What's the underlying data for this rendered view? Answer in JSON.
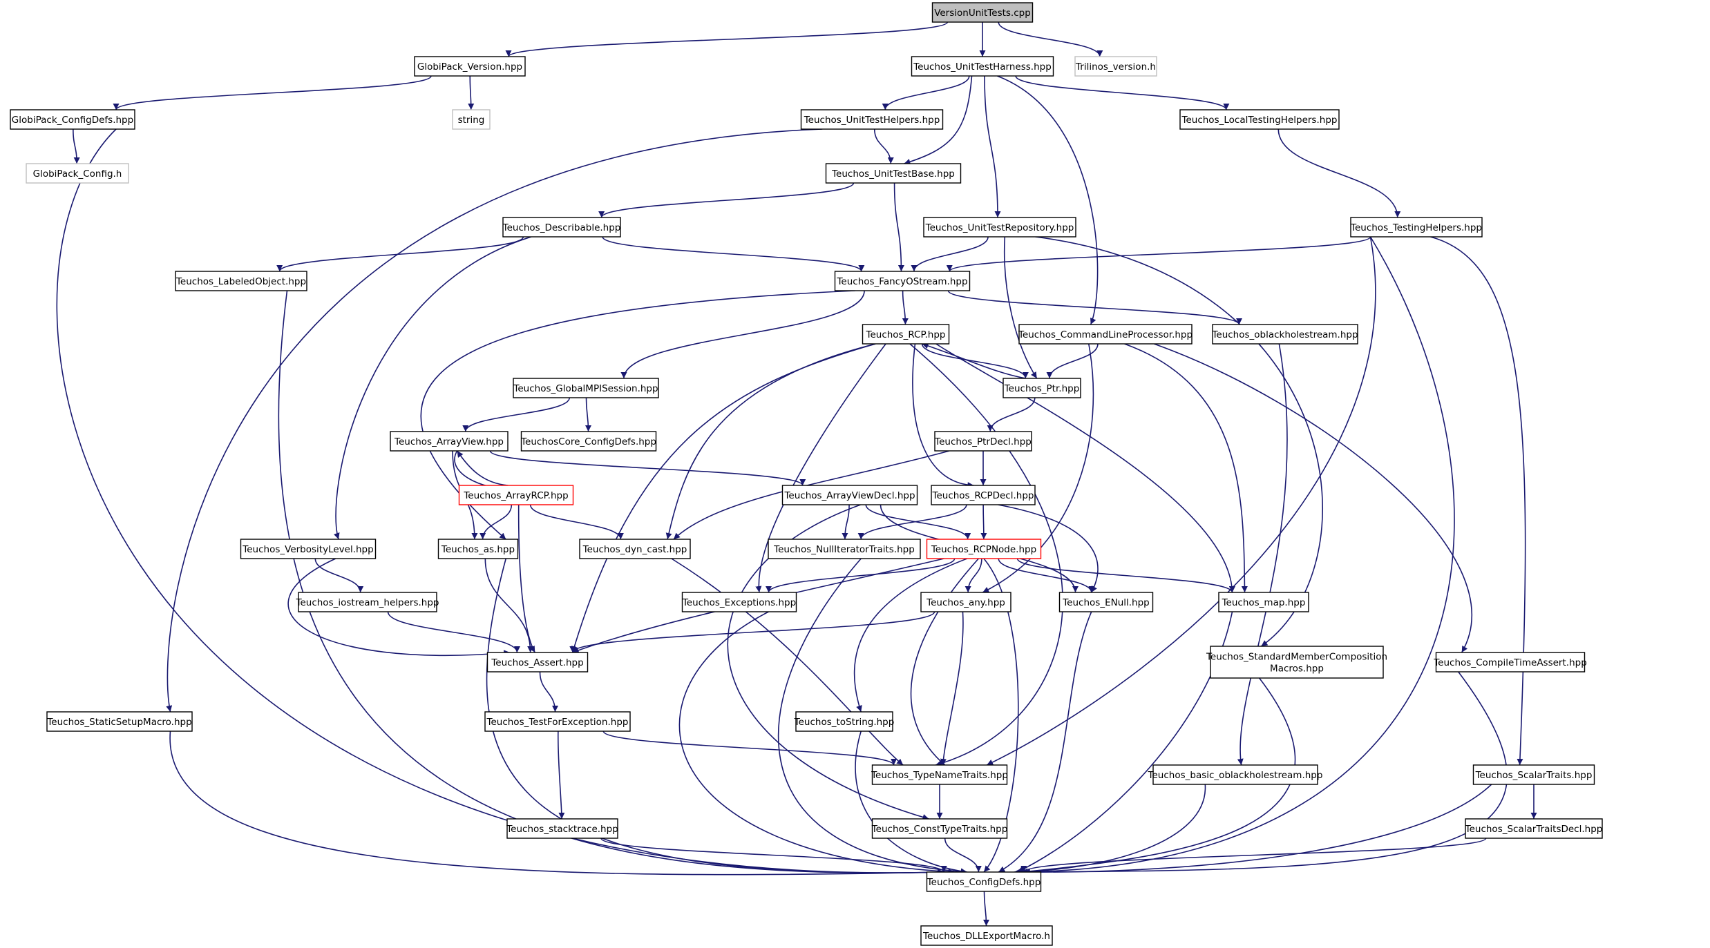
{
  "graph": {
    "colors": {
      "edge": "#191970",
      "root_fill": "#bfbfbf",
      "ext_border": "#bfbfbf",
      "warn_border": "#ff0000"
    },
    "nodes": [
      {
        "id": "versionunittests",
        "label": "VersionUnitTests.cpp",
        "kind": "root"
      },
      {
        "id": "globipack_version",
        "label": "GlobiPack_Version.hpp"
      },
      {
        "id": "teuchos_unittestharness",
        "label": "Teuchos_UnitTestHarness.hpp"
      },
      {
        "id": "trilinos_version",
        "label": "Trilinos_version.h",
        "kind": "ext"
      },
      {
        "id": "globipack_configdefs",
        "label": "GlobiPack_ConfigDefs.hpp"
      },
      {
        "id": "string",
        "label": "string",
        "kind": "ext"
      },
      {
        "id": "teuchos_unittesthelpers",
        "label": "Teuchos_UnitTestHelpers.hpp"
      },
      {
        "id": "teuchos_localtestinghelpers",
        "label": "Teuchos_LocalTestingHelpers.hpp"
      },
      {
        "id": "globipack_config",
        "label": "GlobiPack_Config.h",
        "kind": "ext"
      },
      {
        "id": "teuchos_unittestbase",
        "label": "Teuchos_UnitTestBase.hpp"
      },
      {
        "id": "teuchos_describable",
        "label": "Teuchos_Describable.hpp"
      },
      {
        "id": "teuchos_unittestrepository",
        "label": "Teuchos_UnitTestRepository.hpp"
      },
      {
        "id": "teuchos_testinghelpers",
        "label": "Teuchos_TestingHelpers.hpp"
      },
      {
        "id": "teuchos_labeledobject",
        "label": "Teuchos_LabeledObject.hpp"
      },
      {
        "id": "teuchos_fancyostream",
        "label": "Teuchos_FancyOStream.hpp"
      },
      {
        "id": "teuchos_rcp",
        "label": "Teuchos_RCP.hpp"
      },
      {
        "id": "teuchos_commandlineprocessor",
        "label": "Teuchos_CommandLineProcessor.hpp"
      },
      {
        "id": "teuchos_oblackholestream",
        "label": "Teuchos_oblackholestream.hpp"
      },
      {
        "id": "teuchos_globalmpisession",
        "label": "Teuchos_GlobalMPISession.hpp"
      },
      {
        "id": "teuchos_ptr",
        "label": "Teuchos_Ptr.hpp"
      },
      {
        "id": "teuchos_arrayview",
        "label": "Teuchos_ArrayView.hpp"
      },
      {
        "id": "teuchoscore_configdefs",
        "label": "TeuchosCore_ConfigDefs.hpp"
      },
      {
        "id": "teuchos_ptrdecl",
        "label": "Teuchos_PtrDecl.hpp"
      },
      {
        "id": "teuchos_arrayrcp",
        "label": "Teuchos_ArrayRCP.hpp",
        "kind": "red"
      },
      {
        "id": "teuchos_arrayviewdecl",
        "label": "Teuchos_ArrayViewDecl.hpp"
      },
      {
        "id": "teuchos_rcpdecl",
        "label": "Teuchos_RCPDecl.hpp"
      },
      {
        "id": "teuchos_verbositylevel",
        "label": "Teuchos_VerbosityLevel.hpp"
      },
      {
        "id": "teuchos_as",
        "label": "Teuchos_as.hpp"
      },
      {
        "id": "teuchos_dyn_cast",
        "label": "Teuchos_dyn_cast.hpp"
      },
      {
        "id": "teuchos_nulliteratortraits",
        "label": "Teuchos_NullIteratorTraits.hpp"
      },
      {
        "id": "teuchos_rcpnode",
        "label": "Teuchos_RCPNode.hpp",
        "kind": "red"
      },
      {
        "id": "teuchos_iostream_helpers",
        "label": "Teuchos_iostream_helpers.hpp"
      },
      {
        "id": "teuchos_exceptions",
        "label": "Teuchos_Exceptions.hpp"
      },
      {
        "id": "teuchos_any",
        "label": "Teuchos_any.hpp"
      },
      {
        "id": "teuchos_enull",
        "label": "Teuchos_ENull.hpp"
      },
      {
        "id": "teuchos_map",
        "label": "Teuchos_map.hpp"
      },
      {
        "id": "teuchos_assert",
        "label": "Teuchos_Assert.hpp"
      },
      {
        "id": "teuchos_standardmembercomposition",
        "label": "Teuchos_StandardMemberComposition\nMacros.hpp"
      },
      {
        "id": "teuchos_compiletimeassert",
        "label": "Teuchos_CompileTimeAssert.hpp"
      },
      {
        "id": "teuchos_staticsetupmacro",
        "label": "Teuchos_StaticSetupMacro.hpp"
      },
      {
        "id": "teuchos_testforexception",
        "label": "Teuchos_TestForException.hpp"
      },
      {
        "id": "teuchos_tostring",
        "label": "Teuchos_toString.hpp"
      },
      {
        "id": "teuchos_typenametraits",
        "label": "Teuchos_TypeNameTraits.hpp"
      },
      {
        "id": "teuchos_basic_oblackholestream",
        "label": "Teuchos_basic_oblackholestream.hpp"
      },
      {
        "id": "teuchos_scalartraits",
        "label": "Teuchos_ScalarTraits.hpp"
      },
      {
        "id": "teuchos_stacktrace",
        "label": "Teuchos_stacktrace.hpp"
      },
      {
        "id": "teuchos_consttypetraits",
        "label": "Teuchos_ConstTypeTraits.hpp"
      },
      {
        "id": "teuchos_scalartraitsdecl",
        "label": "Teuchos_ScalarTraitsDecl.hpp"
      },
      {
        "id": "teuchos_configdefs",
        "label": "Teuchos_ConfigDefs.hpp"
      },
      {
        "id": "teuchos_dllexportmacro",
        "label": "Teuchos_DLLExportMacro.h"
      }
    ],
    "edges": [
      [
        "versionunittests",
        "globipack_version"
      ],
      [
        "versionunittests",
        "teuchos_unittestharness"
      ],
      [
        "versionunittests",
        "trilinos_version"
      ],
      [
        "globipack_version",
        "globipack_configdefs"
      ],
      [
        "globipack_version",
        "string"
      ],
      [
        "globipack_configdefs",
        "globipack_config"
      ],
      [
        "globipack_configdefs",
        "teuchos_configdefs"
      ],
      [
        "teuchos_unittestharness",
        "teuchos_unittesthelpers"
      ],
      [
        "teuchos_unittestharness",
        "teuchos_unittestbase"
      ],
      [
        "teuchos_unittestharness",
        "teuchos_unittestrepository"
      ],
      [
        "teuchos_unittestharness",
        "teuchos_commandlineprocessor"
      ],
      [
        "teuchos_unittestharness",
        "teuchos_localtestinghelpers"
      ],
      [
        "teuchos_unittesthelpers",
        "teuchos_unittestbase"
      ],
      [
        "teuchos_unittesthelpers",
        "teuchos_staticsetupmacro"
      ],
      [
        "teuchos_localtestinghelpers",
        "teuchos_testinghelpers"
      ],
      [
        "teuchos_unittestbase",
        "teuchos_describable"
      ],
      [
        "teuchos_unittestbase",
        "teuchos_fancyostream"
      ],
      [
        "teuchos_unittestrepository",
        "teuchos_fancyostream"
      ],
      [
        "teuchos_unittestrepository",
        "teuchos_ptr"
      ],
      [
        "teuchos_unittestrepository",
        "teuchos_standardmembercomposition"
      ],
      [
        "teuchos_testinghelpers",
        "teuchos_fancyostream"
      ],
      [
        "teuchos_testinghelpers",
        "teuchos_typenametraits"
      ],
      [
        "teuchos_testinghelpers",
        "teuchos_configdefs"
      ],
      [
        "teuchos_testinghelpers",
        "teuchos_scalartraits"
      ],
      [
        "teuchos_describable",
        "teuchos_labeledobject"
      ],
      [
        "teuchos_describable",
        "teuchos_fancyostream"
      ],
      [
        "teuchos_describable",
        "teuchos_verbositylevel"
      ],
      [
        "teuchos_labeledobject",
        "teuchos_configdefs"
      ],
      [
        "teuchos_fancyostream",
        "teuchos_rcp"
      ],
      [
        "teuchos_fancyostream",
        "teuchos_globalmpisession"
      ],
      [
        "teuchos_fancyostream",
        "teuchos_oblackholestream"
      ],
      [
        "teuchos_fancyostream",
        "teuchos_as"
      ],
      [
        "teuchos_rcp",
        "teuchos_ptr"
      ],
      [
        "teuchos_rcp",
        "teuchos_rcpdecl"
      ],
      [
        "teuchos_rcp",
        "teuchos_dyn_cast"
      ],
      [
        "teuchos_rcp",
        "teuchos_exceptions"
      ],
      [
        "teuchos_rcp",
        "teuchos_assert"
      ],
      [
        "teuchos_rcp",
        "teuchos_map"
      ],
      [
        "teuchos_rcp",
        "teuchos_typenametraits"
      ],
      [
        "teuchos_ptr",
        "teuchos_rcp"
      ],
      [
        "teuchos_ptr",
        "teuchos_ptrdecl"
      ],
      [
        "teuchos_commandlineprocessor",
        "teuchos_ptr"
      ],
      [
        "teuchos_commandlineprocessor",
        "teuchos_map"
      ],
      [
        "teuchos_commandlineprocessor",
        "teuchos_any"
      ],
      [
        "teuchos_commandlineprocessor",
        "teuchos_compiletimeassert"
      ],
      [
        "teuchos_oblackholestream",
        "teuchos_basic_oblackholestream"
      ],
      [
        "teuchos_globalmpisession",
        "teuchos_arrayview"
      ],
      [
        "teuchos_globalmpisession",
        "teuchoscore_configdefs"
      ],
      [
        "teuchos_arrayview",
        "teuchos_arrayrcp"
      ],
      [
        "teuchos_arrayview",
        "teuchos_arrayviewdecl"
      ],
      [
        "teuchos_arrayview",
        "teuchos_as"
      ],
      [
        "teuchos_arrayrcp",
        "teuchos_arrayview"
      ],
      [
        "teuchos_arrayrcp",
        "teuchos_as"
      ],
      [
        "teuchos_arrayrcp",
        "teuchos_dyn_cast"
      ],
      [
        "teuchos_arrayrcp",
        "teuchos_assert"
      ],
      [
        "teuchos_ptrdecl",
        "teuchos_rcpdecl"
      ],
      [
        "teuchos_ptrdecl",
        "teuchos_dyn_cast"
      ],
      [
        "teuchos_arrayviewdecl",
        "teuchos_rcpnode"
      ],
      [
        "teuchos_arrayviewdecl",
        "teuchos_nulliteratortraits"
      ],
      [
        "teuchos_arrayviewdecl",
        "teuchos_enull"
      ],
      [
        "teuchos_arrayviewdecl",
        "teuchos_consttypetraits"
      ],
      [
        "teuchos_rcpdecl",
        "teuchos_rcpnode"
      ],
      [
        "teuchos_rcpdecl",
        "teuchos_enull"
      ],
      [
        "teuchos_rcpdecl",
        "teuchos_nulliteratortraits"
      ],
      [
        "teuchos_rcpnode",
        "teuchos_exceptions"
      ],
      [
        "teuchos_rcpnode",
        "teuchos_any"
      ],
      [
        "teuchos_rcpnode",
        "teuchos_enull"
      ],
      [
        "teuchos_rcpnode",
        "teuchos_map"
      ],
      [
        "teuchos_rcpnode",
        "teuchos_assert"
      ],
      [
        "teuchos_rcpnode",
        "teuchos_tostring"
      ],
      [
        "teuchos_rcpnode",
        "teuchos_typenametraits"
      ],
      [
        "teuchos_rcpnode",
        "teuchos_configdefs"
      ],
      [
        "teuchos_verbositylevel",
        "teuchos_iostream_helpers"
      ],
      [
        "teuchos_verbositylevel",
        "teuchos_assert"
      ],
      [
        "teuchos_iostream_helpers",
        "teuchos_assert"
      ],
      [
        "teuchos_as",
        "teuchos_assert"
      ],
      [
        "teuchos_as",
        "teuchos_configdefs"
      ],
      [
        "teuchos_dyn_cast",
        "teuchos_typenametraits"
      ],
      [
        "teuchos_nulliteratortraits",
        "teuchos_configdefs"
      ],
      [
        "teuchos_exceptions",
        "teuchos_configdefs"
      ],
      [
        "teuchos_any",
        "teuchos_assert"
      ],
      [
        "teuchos_any",
        "teuchos_typenametraits"
      ],
      [
        "teuchos_enull",
        "teuchos_configdefs"
      ],
      [
        "teuchos_map",
        "teuchos_configdefs"
      ],
      [
        "teuchos_assert",
        "teuchos_testforexception"
      ],
      [
        "teuchos_standardmembercomposition",
        "teuchos_configdefs"
      ],
      [
        "teuchos_compiletimeassert",
        "teuchos_configdefs"
      ],
      [
        "teuchos_staticsetupmacro",
        "teuchos_configdefs"
      ],
      [
        "teuchos_testforexception",
        "teuchos_stacktrace"
      ],
      [
        "teuchos_testforexception",
        "teuchos_typenametraits"
      ],
      [
        "teuchos_tostring",
        "teuchos_configdefs"
      ],
      [
        "teuchos_typenametraits",
        "teuchos_consttypetraits"
      ],
      [
        "teuchos_basic_oblackholestream",
        "teuchos_configdefs"
      ],
      [
        "teuchos_scalartraits",
        "teuchos_scalartraitsdecl"
      ],
      [
        "teuchos_scalartraits",
        "teuchos_configdefs"
      ],
      [
        "teuchos_stacktrace",
        "teuchos_configdefs"
      ],
      [
        "teuchos_consttypetraits",
        "teuchos_configdefs"
      ],
      [
        "teuchos_scalartraitsdecl",
        "teuchos_configdefs"
      ],
      [
        "teuchos_configdefs",
        "teuchos_dllexportmacro"
      ]
    ]
  }
}
